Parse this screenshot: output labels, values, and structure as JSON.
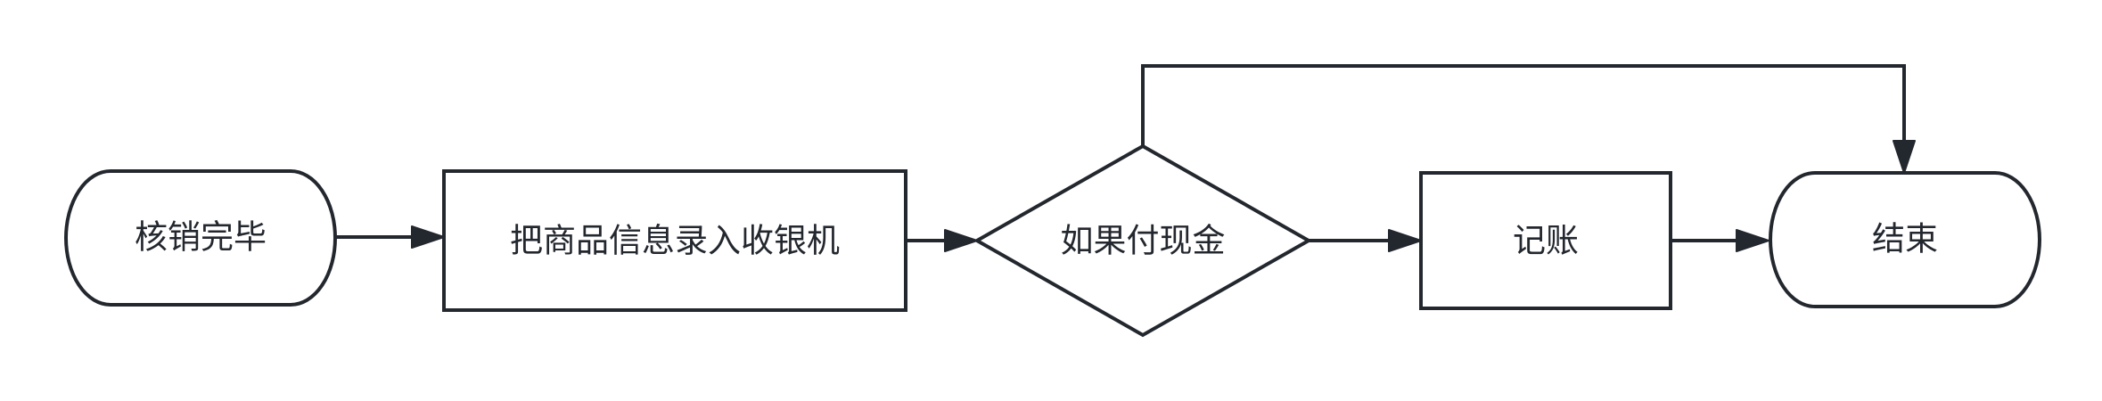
{
  "diagram": {
    "type": "flowchart",
    "colors": {
      "stroke": "#23272e",
      "fill": "#ffffff",
      "text": "#23272e"
    },
    "nodes": [
      {
        "id": "n1",
        "shape": "terminator",
        "label": "核销完毕"
      },
      {
        "id": "n2",
        "shape": "process",
        "label": "把商品信息录入收银机"
      },
      {
        "id": "n3",
        "shape": "decision",
        "label": "如果付现金"
      },
      {
        "id": "n4",
        "shape": "process",
        "label": "记账"
      },
      {
        "id": "n5",
        "shape": "terminator",
        "label": "结束"
      }
    ],
    "edges": [
      {
        "from": "n1",
        "to": "n2"
      },
      {
        "from": "n2",
        "to": "n3"
      },
      {
        "from": "n3",
        "to": "n4"
      },
      {
        "from": "n4",
        "to": "n5"
      },
      {
        "from": "n3",
        "to": "n5"
      }
    ]
  }
}
